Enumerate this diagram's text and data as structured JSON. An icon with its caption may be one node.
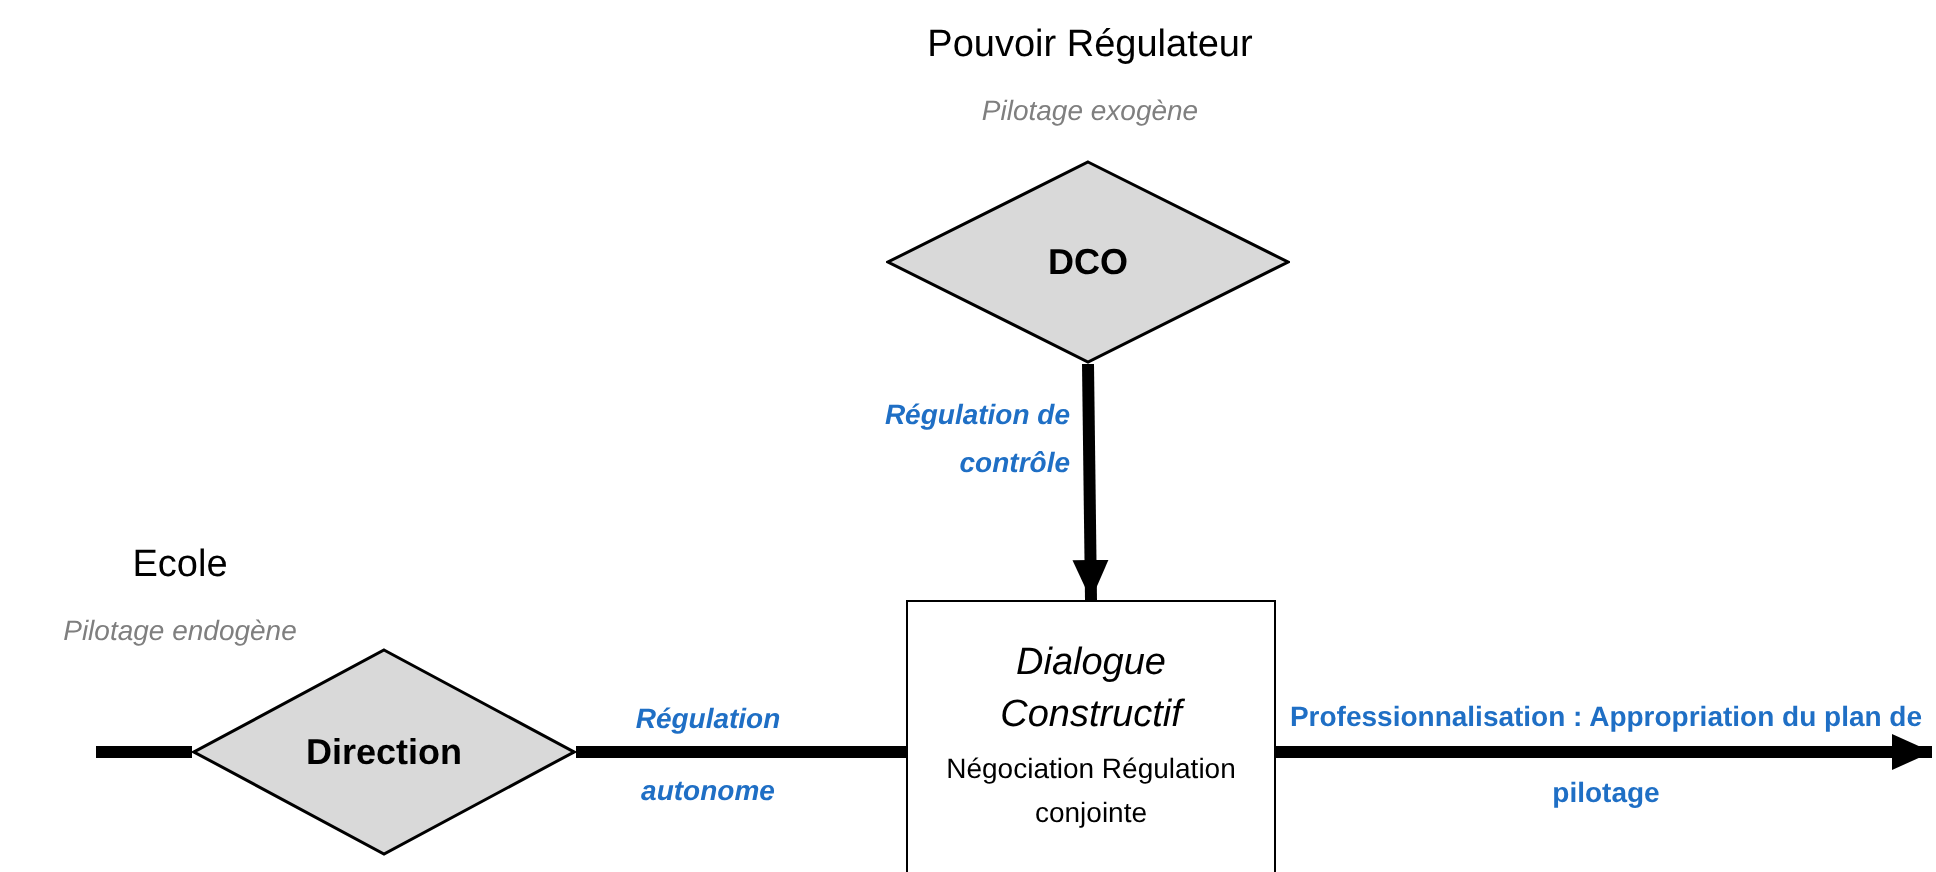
{
  "diagram": {
    "nodes": [
      {
        "text": [
          "DCO"
        ],
        "beside": [
          "Pouvoir Régulateur",
          "Pilotage exogène"
        ]
      },
      {
        "text": [
          "Direction"
        ],
        "beside": [
          "Ecole",
          "Pilotage endogène"
        ]
      },
      {
        "text": [
          "Dialogue Constructif",
          "Négociation Régulation conjointe"
        ]
      }
    ],
    "edges": [
      {
        "from": 0,
        "to": 2,
        "arrow": "to",
        "label": "Régulation de contrôle"
      },
      {
        "from": null,
        "to": 1,
        "arrow": "none"
      },
      {
        "from": 1,
        "to": 2,
        "arrow": "none",
        "label": "Régulation autonome"
      },
      {
        "from": 2,
        "to": null,
        "arrow": "to",
        "label": "Professionnalisation : Appropriation du plan de pilotage"
      }
    ]
  }
}
